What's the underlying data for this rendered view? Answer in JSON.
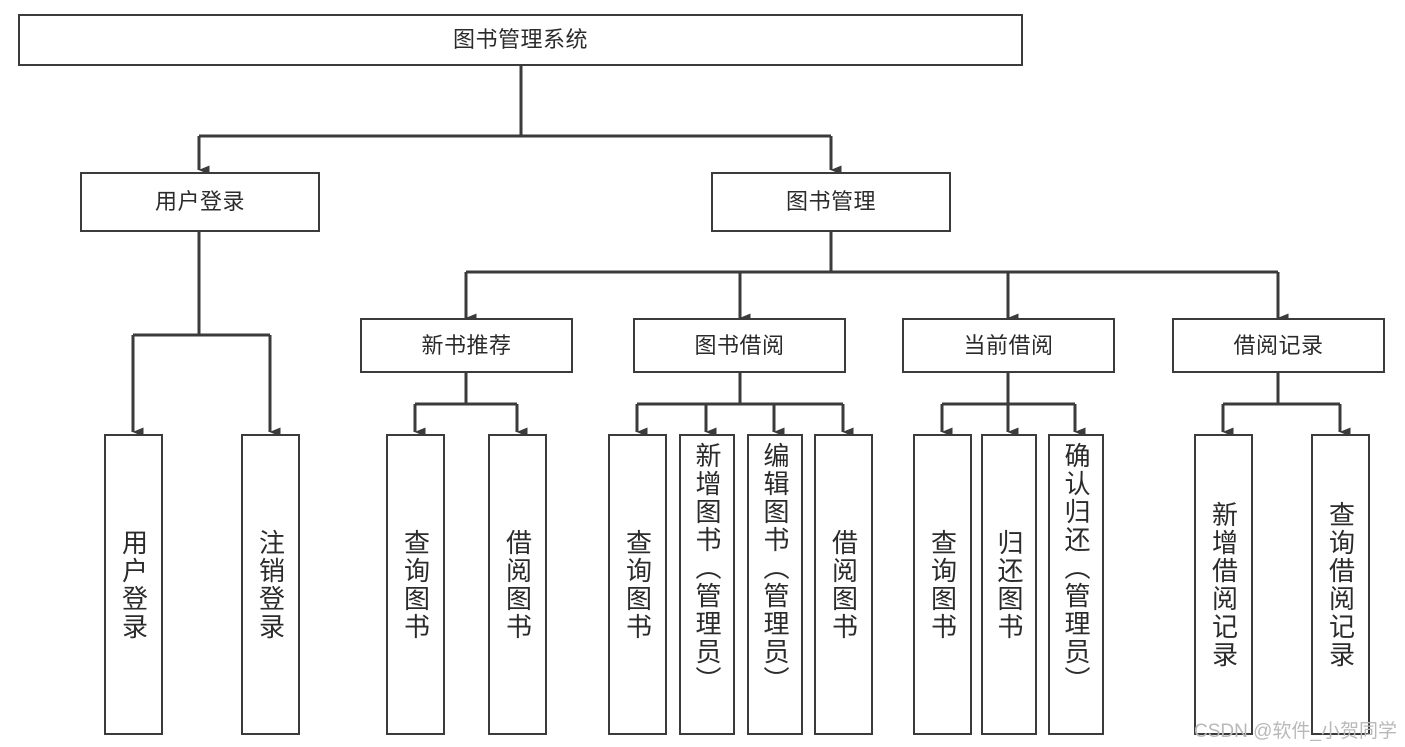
{
  "diagram": {
    "title": "图书管理系统",
    "type": "tree-hierarchy-diagram",
    "orientation": "top-down",
    "colors": {
      "node_border": "#3b3b3b",
      "node_fill": "#ffffff",
      "text": "#2b2b2b",
      "connector": "#3b3b3b",
      "watermark": "#b9b9b9",
      "background": "#ffffff"
    },
    "root": {
      "label": "图书管理系统"
    },
    "level1": [
      {
        "label": "用户登录"
      },
      {
        "label": "图书管理"
      }
    ],
    "level2": [
      {
        "label": "新书推荐"
      },
      {
        "label": "图书借阅"
      },
      {
        "label": "当前借阅"
      },
      {
        "label": "借阅记录"
      }
    ],
    "leaves": {
      "user_login": [
        {
          "label": "用户登录"
        },
        {
          "label": "注销登录"
        }
      ],
      "new_book_recommend": [
        {
          "label": "查询图书"
        },
        {
          "label": "借阅图书"
        }
      ],
      "book_borrow": [
        {
          "label": "查询图书"
        },
        {
          "label": "新增图书（管理员）"
        },
        {
          "label": "编辑图书（管理员）"
        },
        {
          "label": "借阅图书"
        }
      ],
      "current_borrow": [
        {
          "label": "查询图书"
        },
        {
          "label": "归还图书"
        },
        {
          "label": "确认归还（管理员）"
        }
      ],
      "borrow_record": [
        {
          "label": "新增借阅记录"
        },
        {
          "label": "查询借阅记录"
        }
      ]
    }
  },
  "watermark": {
    "text": "CSDN @软件_小贺同学"
  }
}
